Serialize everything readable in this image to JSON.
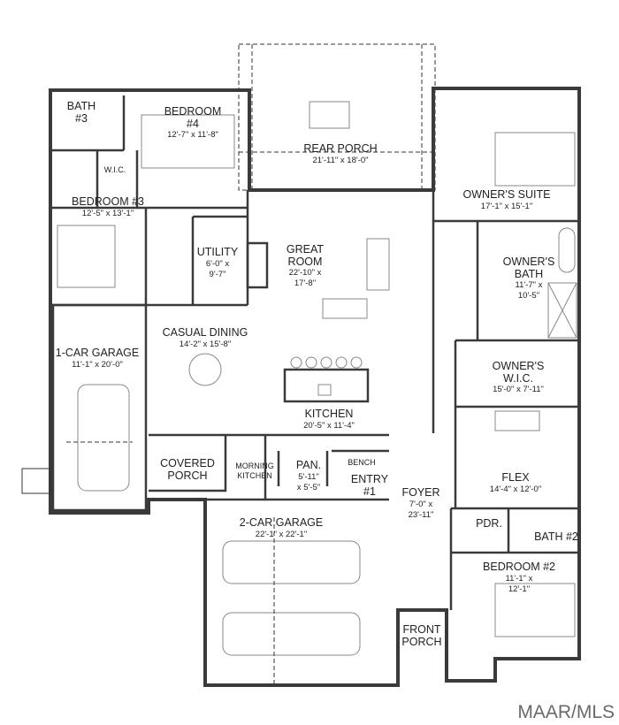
{
  "rooms": [
    {
      "id": "bath-3",
      "name": "BATH",
      "sub": "#3",
      "dims": ""
    },
    {
      "id": "bedroom-4",
      "name": "BEDROOM",
      "sub": "#4",
      "dims": "12'-7\" x 11'-8\""
    },
    {
      "id": "wic",
      "name": "W.I.C.",
      "sub": "",
      "dims": ""
    },
    {
      "id": "rear-porch",
      "name": "REAR PORCH",
      "sub": "",
      "dims": "21'-11\" x 18'-0\""
    },
    {
      "id": "owners-suite",
      "name": "OWNER'S SUITE",
      "sub": "",
      "dims": "17'-1\" x 15'-1\""
    },
    {
      "id": "bedroom-3",
      "name": "BEDROOM #3",
      "sub": "",
      "dims": "12'-5\" x 13'-1\""
    },
    {
      "id": "utility",
      "name": "UTILITY",
      "sub": "",
      "dims": "6'-0\" x",
      "dims2": "9'-7\""
    },
    {
      "id": "great-room",
      "name": "GREAT",
      "sub": "ROOM",
      "dims": "22'-10\" x",
      "dims2": "17'-8\""
    },
    {
      "id": "owners-bath",
      "name": "OWNER'S",
      "sub": "BATH",
      "dims": "11'-7\" x",
      "dims2": "10'-5\""
    },
    {
      "id": "casual-dining",
      "name": "CASUAL DINING",
      "sub": "",
      "dims": "14'-2\" x 15'-8\""
    },
    {
      "id": "one-car-garage",
      "name": "1-CAR GARAGE",
      "sub": "",
      "dims": "11'-1\" x 20'-0\""
    },
    {
      "id": "owners-wic",
      "name": "OWNER'S",
      "sub": "W.I.C.",
      "dims": "15'-0\" x 7'-11\""
    },
    {
      "id": "kitchen",
      "name": "KITCHEN",
      "sub": "",
      "dims": "20'-5\" x 11'-4\""
    },
    {
      "id": "flex",
      "name": "FLEX",
      "sub": "",
      "dims": "14'-4\" x 12'-0\""
    },
    {
      "id": "covered-porch",
      "name": "COVERED",
      "sub": "PORCH",
      "dims": ""
    },
    {
      "id": "morning-kitchen",
      "name": "MORNING",
      "sub": "KITCHEN",
      "dims": ""
    },
    {
      "id": "pantry",
      "name": "PAN.",
      "sub": "",
      "dims": "5'-11\"",
      "dims2": "x 5'-5\""
    },
    {
      "id": "bench",
      "name": "BENCH",
      "sub": "",
      "dims": ""
    },
    {
      "id": "entry-1",
      "name": "ENTRY",
      "sub": "#1",
      "dims": ""
    },
    {
      "id": "foyer",
      "name": "FOYER",
      "sub": "",
      "dims": "7'-0\" x",
      "dims2": "23'-11\""
    },
    {
      "id": "powder",
      "name": "PDR.",
      "sub": "",
      "dims": ""
    },
    {
      "id": "bath-2",
      "name": "BATH #2",
      "sub": "",
      "dims": ""
    },
    {
      "id": "two-car-garage",
      "name": "2-CAR GARAGE",
      "sub": "",
      "dims": "22'-1\" x 22'-1\""
    },
    {
      "id": "bedroom-2",
      "name": "BEDROOM #2",
      "sub": "",
      "dims": "11'-1\" x",
      "dims2": "12'-1\""
    },
    {
      "id": "front-porch",
      "name": "FRONT",
      "sub": "PORCH",
      "dims": ""
    }
  ],
  "watermark": "MAAR/MLS"
}
